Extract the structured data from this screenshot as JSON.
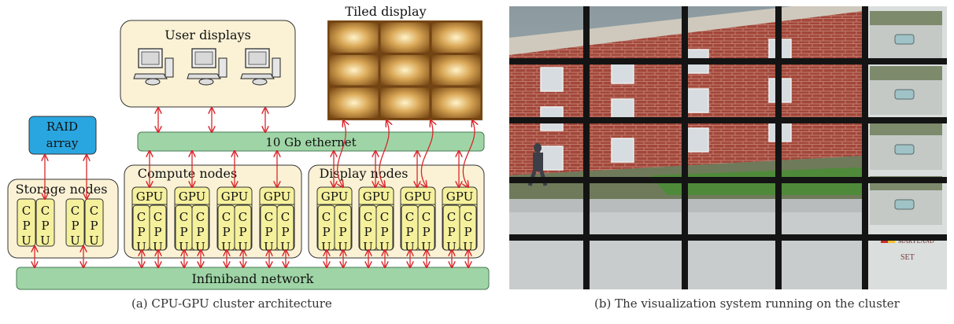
{
  "diagram": {
    "tiled_display": "Tiled display",
    "user_displays": "User displays",
    "raid": [
      "RAID",
      "array"
    ],
    "ethernet": "10 Gb ethernet",
    "compute_nodes": "Compute nodes",
    "display_nodes": "Display nodes",
    "storage_nodes": "Storage nodes",
    "infiniband": "Infiniband network",
    "gpu_label": "GPU",
    "cpu_letters": [
      "C",
      "P",
      "U"
    ],
    "colors": {
      "node_box": "#fbf2d6",
      "chip": "#f5f09c",
      "network": "#9fd5a6",
      "raid": "#29a6e0",
      "arrow": "#d9262b",
      "tile": "#b07a2e"
    }
  },
  "photo": {
    "logo": [
      "MARYLAND",
      "SET"
    ]
  },
  "captions": {
    "a": "(a)  CPU-GPU cluster architecture",
    "b": "(b)  The visualization system running on the cluster"
  }
}
